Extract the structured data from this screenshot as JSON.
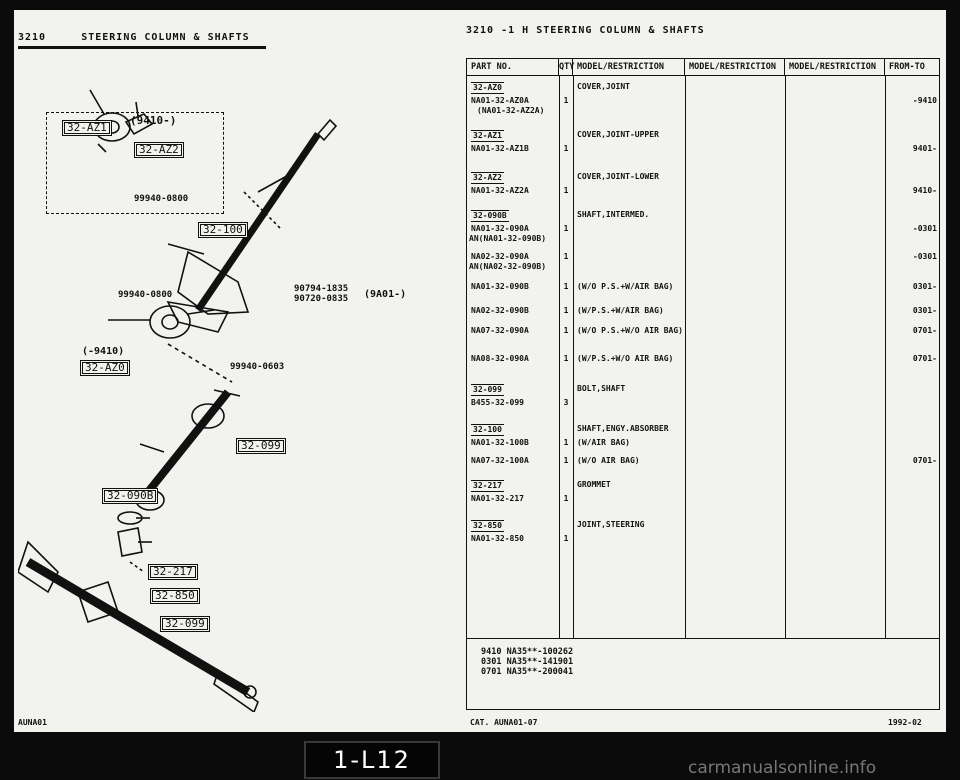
{
  "header": {
    "left_code": "3210",
    "left_title": "STEERING COLUMN & SHAFTS",
    "right_title": "3210 -1 H STEERING COLUMN & SHAFTS"
  },
  "diagram": {
    "inset_label": "(9410-)",
    "callouts": [
      {
        "id": "32-AZ1",
        "text": "32-AZ1"
      },
      {
        "id": "32-AZ2",
        "text": "32-AZ2"
      },
      {
        "id": "32-100",
        "text": "32-100"
      },
      {
        "id": "32-AZ0",
        "text": "32-AZ0"
      },
      {
        "id": "32-099a",
        "text": "32-099"
      },
      {
        "id": "32-090B",
        "text": "32-090B"
      },
      {
        "id": "32-217",
        "text": "32-217"
      },
      {
        "id": "32-850",
        "text": "32-850"
      },
      {
        "id": "32-099b",
        "text": "32-099"
      }
    ],
    "labels": {
      "inset_part": "99940-0800",
      "left_part": "99940-0800",
      "bolt_a": "90794-1835",
      "bolt_b": "90720-0835",
      "bolt_restriction": "(9A01-)",
      "az0_restriction": "(-9410)",
      "az0_part": "99940-0603"
    }
  },
  "table": {
    "headers": [
      "PART NO.",
      "QTY",
      "MODEL/RESTRICTION",
      "MODEL/RESTRICTION",
      "MODEL/RESTRICTION",
      "FROM-TO"
    ],
    "rows": [
      {
        "group": "32-AZ0",
        "desc": "COVER,JOINT",
        "pn": "NA01-32-AZ0A",
        "pn2": "(NA01-32-AZ2A)",
        "qty": "1",
        "ft": "-9410"
      },
      {
        "group": "32-AZ1",
        "desc": "COVER,JOINT-UPPER",
        "pn": "NA01-32-AZ1B",
        "qty": "1",
        "ft": "9401-"
      },
      {
        "group": "32-AZ2",
        "desc": "COVER,JOINT-LOWER",
        "pn": "NA01-32-AZ2A",
        "qty": "1",
        "ft": "9410-"
      },
      {
        "group": "32-090B",
        "desc": "SHAFT,INTERMED.",
        "pn": "NA01-32-090A",
        "pn2": "AN(NA01-32-090B)",
        "qty": "1",
        "ft": "-0301"
      },
      {
        "pn": "NA02-32-090A",
        "pn2": "AN(NA02-32-090B)",
        "qty": "1",
        "ft": "-0301"
      },
      {
        "pn": "NA01-32-090B",
        "qty": "1",
        "desc": "(W/O P.S.+W/AIR BAG)",
        "ft": "0301-"
      },
      {
        "pn": "NA02-32-090B",
        "qty": "1",
        "desc": "(W/P.S.+W/AIR BAG)",
        "ft": "0301-"
      },
      {
        "pn": "NA07-32-090A",
        "qty": "1",
        "desc": "(W/O P.S.+W/O AIR BAG)",
        "ft": "0701-"
      },
      {
        "pn": "NA08-32-090A",
        "qty": "1",
        "desc": "(W/P.S.+W/O AIR BAG)",
        "ft": "0701-"
      },
      {
        "group": "32-099",
        "desc": "BOLT,SHAFT",
        "pn": "B455-32-099",
        "qty": "3",
        "ft": ""
      },
      {
        "group": "32-100",
        "desc": "SHAFT,ENGY.ABSORBER",
        "pn": "NA01-32-100B",
        "qty": "1",
        "desc2": "(W/AIR BAG)",
        "ft": ""
      },
      {
        "pn": "NA07-32-100A",
        "qty": "1",
        "desc": "(W/O AIR BAG)",
        "ft": "0701-"
      },
      {
        "group": "32-217",
        "desc": "GROMMET",
        "pn": "NA01-32-217",
        "qty": "1",
        "ft": ""
      },
      {
        "group": "32-850",
        "desc": "JOINT,STEERING",
        "pn": "NA01-32-850",
        "qty": "1",
        "ft": ""
      }
    ],
    "serials": [
      "9410 NA35**-100262",
      "0301 NA35**-141901",
      "0701 NA35**-200041"
    ]
  },
  "footer": {
    "left": "AUNA01",
    "catalog": "CAT. AUNA01-07",
    "date": "1992-02",
    "page_badge": "1-L12",
    "watermark": "carmanualsonline.info"
  }
}
